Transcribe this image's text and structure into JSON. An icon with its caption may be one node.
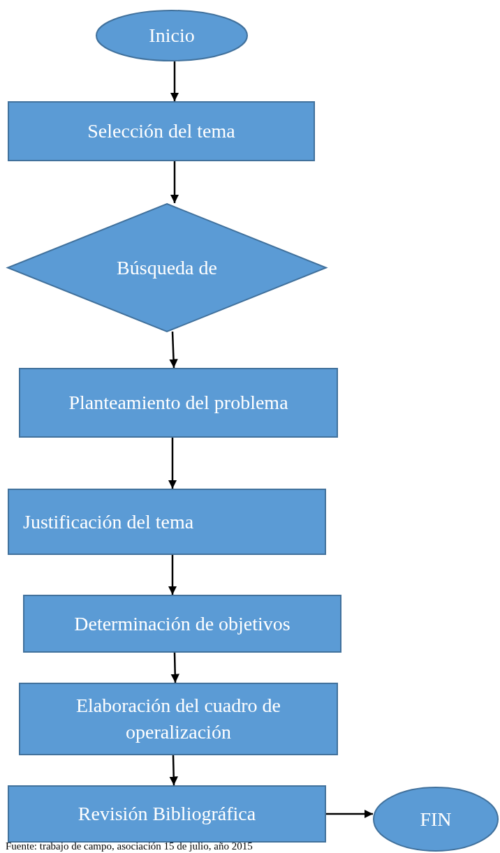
{
  "diagram": {
    "caption": "Fuente: trabajo de campo, asociación 15 de julio, año 2015",
    "nodes": [
      {
        "text": [
          "Inicio"
        ]
      },
      {
        "text": [
          "Selección del tema"
        ]
      },
      {
        "text": [
          "Búsqueda de"
        ]
      },
      {
        "text": [
          "Planteamiento del problema"
        ]
      },
      {
        "text": [
          "Justificación del tema"
        ]
      },
      {
        "text": [
          "Determinación de objetivos"
        ]
      },
      {
        "text": [
          "Elaboración del cuadro de operalización"
        ]
      },
      {
        "text": [
          "Revisión Bibliográfica"
        ]
      },
      {
        "text": [
          "FIN"
        ]
      }
    ],
    "edges": [
      {
        "from": 0,
        "to": 1,
        "arrow": "to"
      },
      {
        "from": 1,
        "to": 2,
        "arrow": "to"
      },
      {
        "from": 2,
        "to": 3,
        "arrow": "to"
      },
      {
        "from": 3,
        "to": 4,
        "arrow": "to"
      },
      {
        "from": 4,
        "to": 5,
        "arrow": "to"
      },
      {
        "from": 5,
        "to": 6,
        "arrow": "to"
      },
      {
        "from": 6,
        "to": 7,
        "arrow": "to"
      },
      {
        "from": 7,
        "to": 8,
        "arrow": "to"
      }
    ]
  }
}
